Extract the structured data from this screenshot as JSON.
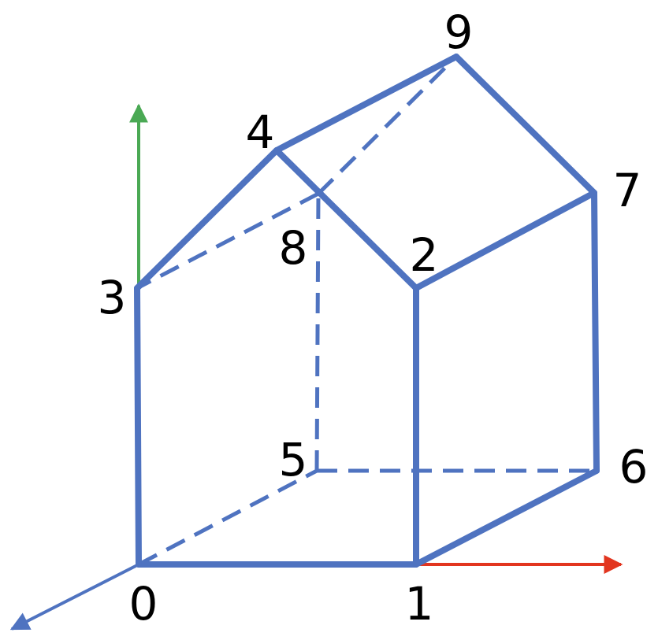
{
  "colors": {
    "edge": "#4f73c0",
    "axis_x": "#e2351f",
    "axis_y": "#4aa954",
    "axis_z": "#4f73c0",
    "label": "#000000"
  },
  "vertices": [
    {
      "id": "0",
      "label": "0"
    },
    {
      "id": "1",
      "label": "1"
    },
    {
      "id": "2",
      "label": "2"
    },
    {
      "id": "3",
      "label": "3"
    },
    {
      "id": "4",
      "label": "4"
    },
    {
      "id": "5",
      "label": "5"
    },
    {
      "id": "6",
      "label": "6"
    },
    {
      "id": "7",
      "label": "7"
    },
    {
      "id": "8",
      "label": "8"
    },
    {
      "id": "9",
      "label": "9"
    }
  ],
  "edges_visible": [
    [
      "0",
      "1"
    ],
    [
      "1",
      "2"
    ],
    [
      "2",
      "4"
    ],
    [
      "4",
      "3"
    ],
    [
      "3",
      "0"
    ],
    [
      "1",
      "6"
    ],
    [
      "6",
      "7"
    ],
    [
      "7",
      "9"
    ],
    [
      "9",
      "4"
    ],
    [
      "2",
      "7"
    ]
  ],
  "edges_hidden": [
    [
      "0",
      "5"
    ],
    [
      "5",
      "6"
    ],
    [
      "5",
      "8"
    ],
    [
      "8",
      "3"
    ],
    [
      "8",
      "9"
    ]
  ],
  "axes": [
    {
      "name": "x-axis",
      "color_key": "axis_x"
    },
    {
      "name": "y-axis",
      "color_key": "axis_y"
    },
    {
      "name": "z-axis",
      "color_key": "axis_z"
    }
  ]
}
